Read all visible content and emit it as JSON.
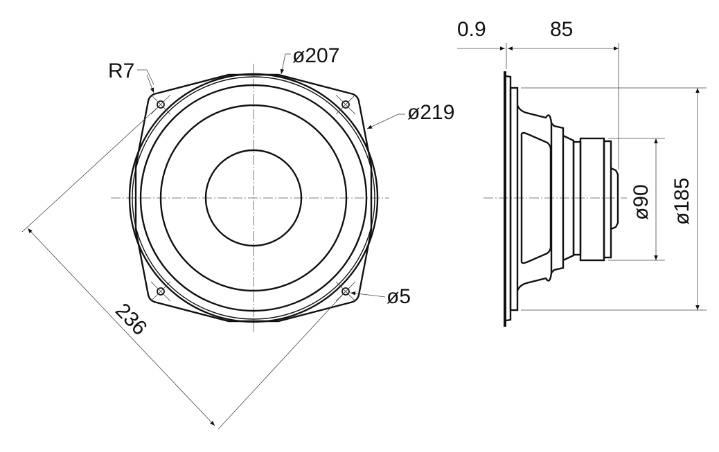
{
  "drawing": {
    "front_view": {
      "labels": {
        "corner_radius": "R7",
        "inner_diameter": "ø207",
        "outer_diameter": "ø219",
        "hole_diameter": "ø5",
        "hole_spacing": "236"
      }
    },
    "side_view": {
      "labels": {
        "flange_thickness": "0.9",
        "depth": "85",
        "magnet_diameter": "ø90",
        "basket_diameter": "ø185"
      }
    }
  }
}
